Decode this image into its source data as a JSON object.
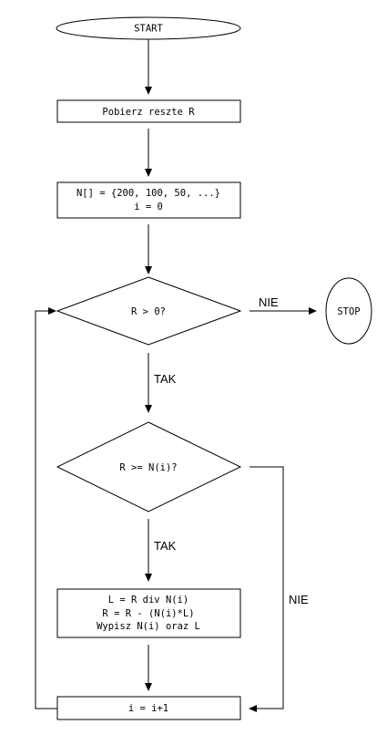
{
  "start": "START",
  "stop": "STOP",
  "step_read": "Pobierz reszte R",
  "init": {
    "line1": "N[] = {200, 100, 50, ...}",
    "line2": "i = 0"
  },
  "cond_outer": "R > 0?",
  "cond_inner": "R >= N(i)?",
  "body": {
    "line1": "L = R div N(i)",
    "line2": "R = R - (N(i)*L)",
    "line3": "Wypisz N(i) oraz L"
  },
  "increment": "i = i+1",
  "labels": {
    "outer_no": "NIE",
    "outer_yes": "TAK",
    "inner_yes": "TAK",
    "inner_no": "NIE"
  }
}
